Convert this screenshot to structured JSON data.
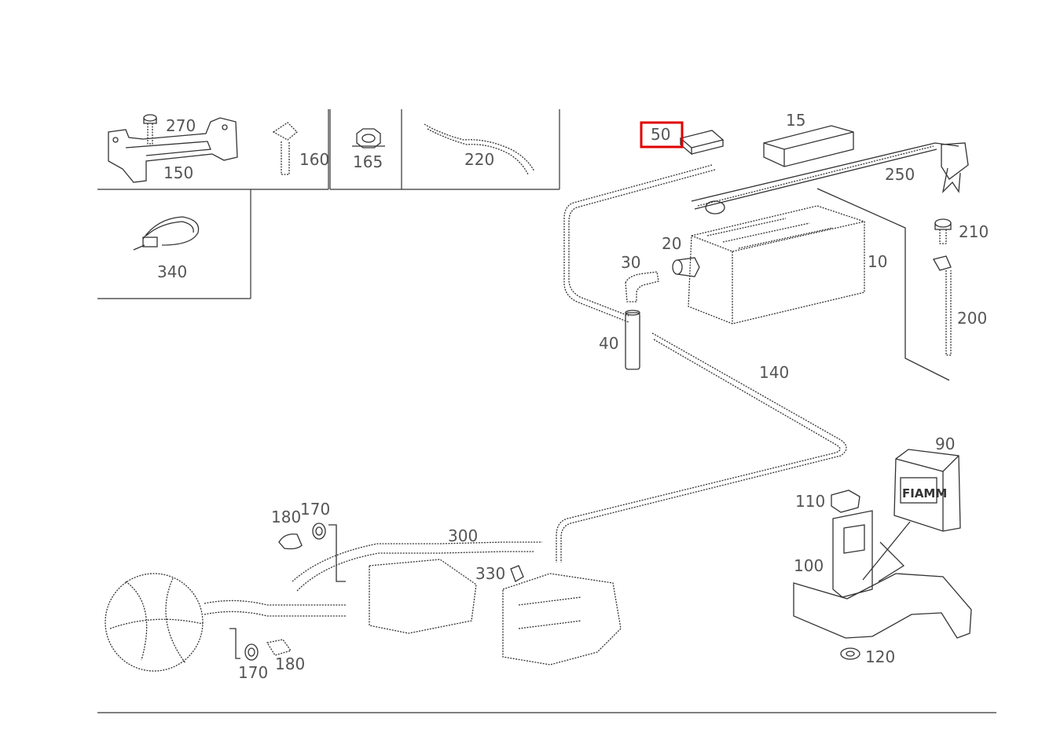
{
  "diagram": {
    "highlighted_callout": "50",
    "highlight_color": "#e00000",
    "callouts": {
      "c270": "270",
      "c150": "150",
      "c160": "160",
      "c165": "165",
      "c220": "220",
      "c340": "340",
      "c50": "50",
      "c15": "15",
      "c250": "250",
      "c210": "210",
      "c20": "20",
      "c30": "30",
      "c10": "10",
      "c200": "200",
      "c40": "40",
      "c140": "140",
      "c90": "90",
      "c110": "110",
      "c100": "100",
      "c120": "120",
      "c180a": "180",
      "c170a": "170",
      "c300": "300",
      "c330": "330",
      "c170b": "170",
      "c180b": "180"
    },
    "battery_label": "FIAMM"
  }
}
